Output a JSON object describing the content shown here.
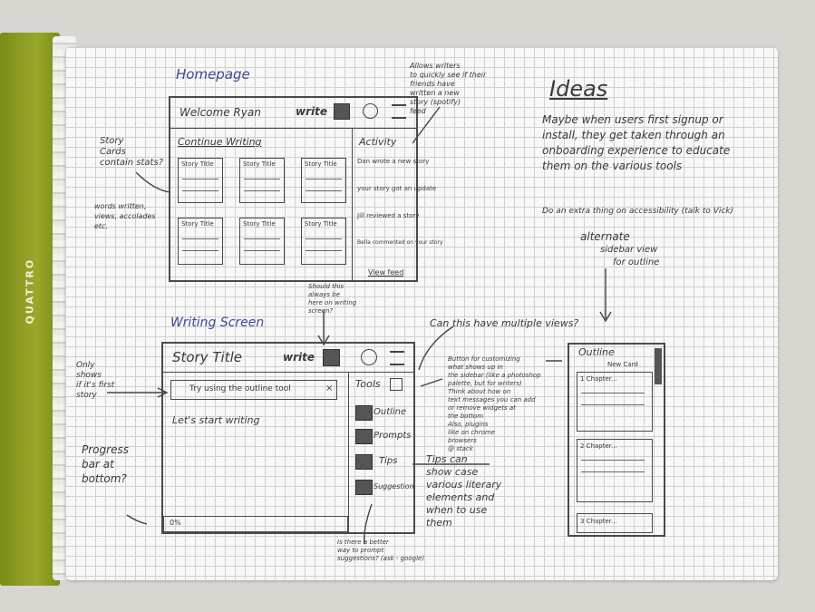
{
  "notebook": {
    "brand": "QUATTRO"
  },
  "homepage": {
    "title": "Homepage",
    "welcome": "Welcome Ryan",
    "write": "write",
    "continue_label": "Continue Writing",
    "activity_label": "Activity",
    "cards": [
      "Story Title",
      "Story Title",
      "Story Title",
      "Story Title",
      "Story Title",
      "Story Title"
    ],
    "activity_items": [
      "Dan wrote a new story",
      "your story got an update",
      "Jill reviewed a story",
      "Bella commented on your story"
    ],
    "view_feed": "View feed"
  },
  "writing": {
    "title": "Writing Screen",
    "story_title": "Story Title",
    "write": "write",
    "tip": "Try using the outline tool",
    "start": "Let's start writing",
    "tools_label": "Tools",
    "tools": [
      "Outline",
      "Prompts",
      "Tips",
      "Suggestion"
    ],
    "progress": "0%"
  },
  "outline_panel": {
    "title": "Outline",
    "new_card": "New Card",
    "chapters": [
      "1 Chapter...",
      "2 Chapter...",
      "3 Chapter..."
    ]
  },
  "ideas": {
    "title": "Ideas",
    "items": [
      "Maybe when users first signup or install, they get taken through an onboarding experience to educate them on the various tools",
      "Do an extra thing on accessibility (talk to Vick)"
    ],
    "alternate": [
      "alternate",
      "sidebar view",
      "for outline"
    ]
  },
  "notes": {
    "allows": [
      "Allows writers",
      "to quickly see if their",
      "friends have",
      "written a new",
      "story (spotify)",
      "feed"
    ],
    "story_cards": [
      "Story",
      "Cards",
      "contain stats?"
    ],
    "words": [
      "words written,",
      "views, accolades",
      "etc."
    ],
    "should": [
      "Should this",
      "always be",
      "here on writing",
      "screen?"
    ],
    "multiple": "Can this have multiple views?",
    "button": [
      "Button for customizing",
      "what shows up in",
      "the sidebar (like a photoshop",
      "palette, but for writers)",
      "Think about how on",
      "text messages you can add",
      "or remove widgets at",
      "the bottom",
      "Also, plugins",
      "like on chrome",
      "browsers",
      "@ stack"
    ],
    "only_shows": [
      "Only",
      "shows",
      "if it's first",
      "story"
    ],
    "progress": [
      "Progress",
      "bar at",
      "bottom?"
    ],
    "tips": [
      "Tips can",
      "show case",
      "various literary",
      "elements and",
      "when to use",
      "them"
    ],
    "better": [
      "Is there a better",
      "way to prompt",
      "suggestions? (ask - google)"
    ]
  }
}
